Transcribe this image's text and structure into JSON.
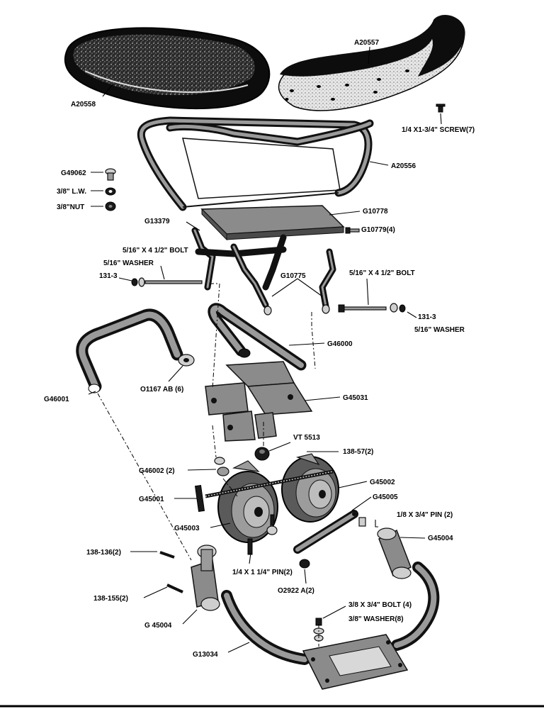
{
  "labels": {
    "a20558": "A20558",
    "a20557": "A20557",
    "screw": "1/4 X1-3/4\" SCREW(7)",
    "a20556": "A20556",
    "g49062": "G49062",
    "lw": "3/8\" L.W.",
    "nut": "3/8\"NUT",
    "g10778": "G10778",
    "g13379": "G13379",
    "g10779": "G10779(4)",
    "bolt_left": "5/16\" X 4 1/2\" BOLT",
    "washer_left": "5/16\" WASHER",
    "p131_left": "131-3",
    "g10775": "G10775",
    "bolt_right": "5/16\" X 4 1/2\" BOLT",
    "p131_right": "131-3",
    "washer_right": "5/16\" WASHER",
    "g46000": "G46000",
    "g46001": "G46001",
    "o1167": "O1167 AB (6)",
    "g45031": "G45031",
    "vt5513": "VT 5513",
    "p13857": "138-57(2)",
    "g46002": "G46002 (2)",
    "g45002": "G45002",
    "g45001": "G45001",
    "g45005": "G45005",
    "pin_right": "1/8 X 3/4\" PIN (2)",
    "g45003": "G45003",
    "g45004_right": "G45004",
    "p138136": "138-136(2)",
    "pin_mid": "1/4 X 1 1/4\" PIN(2)",
    "p138155": "138-155(2)",
    "o2922": "O2922 A(2)",
    "bolt4": "3/8 X 3/4\" BOLT (4)",
    "washer8": "3/8\" WASHER(8)",
    "g45004_left": "G 45004",
    "g13034": "G13034"
  }
}
